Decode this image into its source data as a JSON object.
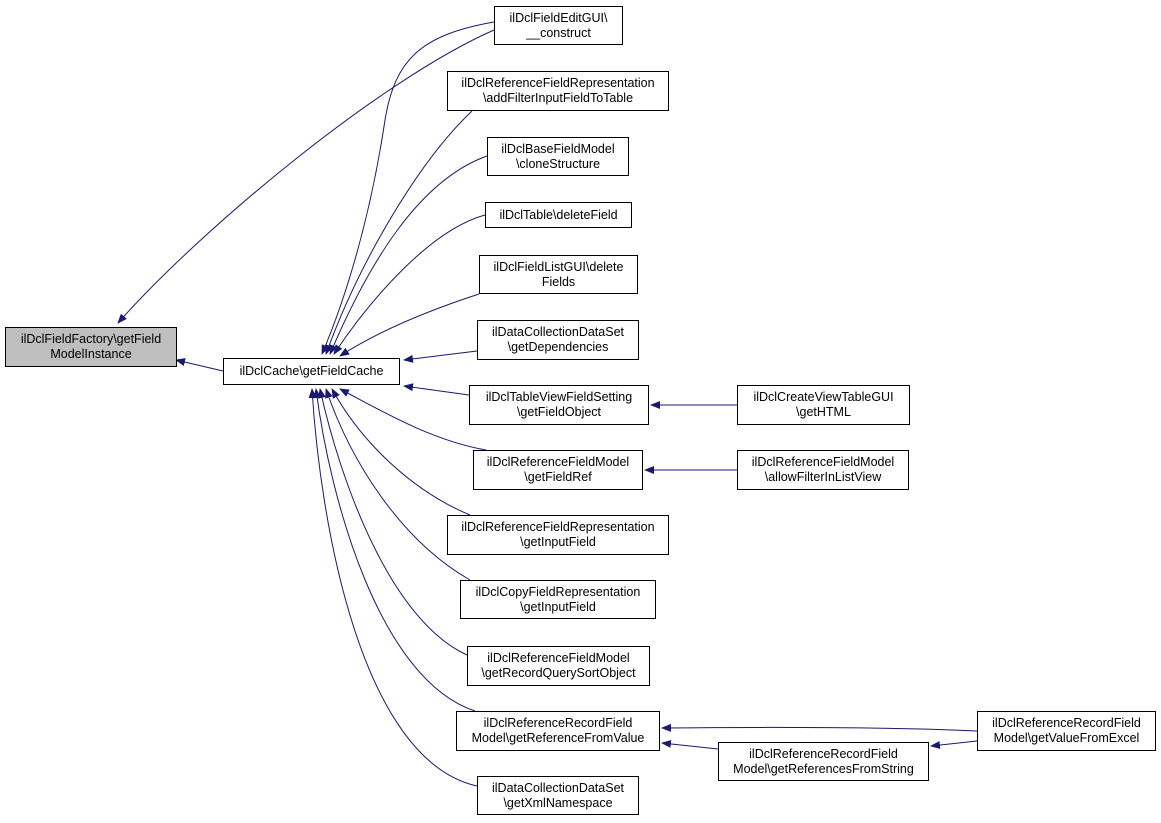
{
  "colors": {
    "edge": "#191970",
    "root_fill": "#bfbfbf",
    "node_fill": "#ffffff",
    "border": "#000000"
  },
  "nodes": [
    {
      "id": "root",
      "lines": [
        "ilDclFieldFactory\\getField",
        "ModelInstance"
      ]
    },
    {
      "id": "cache",
      "lines": [
        "ilDclCache\\getFieldCache"
      ]
    },
    {
      "id": "n1",
      "lines": [
        "ilDclFieldEditGUI\\",
        "__construct"
      ]
    },
    {
      "id": "n2",
      "lines": [
        "ilDclReferenceFieldRepresentation",
        "\\addFilterInputFieldToTable"
      ]
    },
    {
      "id": "n3",
      "lines": [
        "ilDclBaseFieldModel",
        "\\cloneStructure"
      ]
    },
    {
      "id": "n4",
      "lines": [
        "ilDclTable\\deleteField"
      ]
    },
    {
      "id": "n5",
      "lines": [
        "ilDclFieldListGUI\\delete",
        "Fields"
      ]
    },
    {
      "id": "n6",
      "lines": [
        "ilDataCollectionDataSet",
        "\\getDependencies"
      ]
    },
    {
      "id": "n7",
      "lines": [
        "ilDclTableViewFieldSetting",
        "\\getFieldObject"
      ]
    },
    {
      "id": "n8",
      "lines": [
        "ilDclReferenceFieldModel",
        "\\getFieldRef"
      ]
    },
    {
      "id": "n9",
      "lines": [
        "ilDclReferenceFieldRepresentation",
        "\\getInputField"
      ]
    },
    {
      "id": "n10",
      "lines": [
        "ilDclCopyFieldRepresentation",
        "\\getInputField"
      ]
    },
    {
      "id": "n11",
      "lines": [
        "ilDclReferenceFieldModel",
        "\\getRecordQuerySortObject"
      ]
    },
    {
      "id": "n12",
      "lines": [
        "ilDclReferenceRecordField",
        "Model\\getReferenceFromValue"
      ]
    },
    {
      "id": "n13",
      "lines": [
        "ilDataCollectionDataSet",
        "\\getXmlNamespace"
      ]
    },
    {
      "id": "n14",
      "lines": [
        "ilDclCreateViewTableGUI",
        "\\getHTML"
      ]
    },
    {
      "id": "n15",
      "lines": [
        "ilDclReferenceFieldModel",
        "\\allowFilterInListView"
      ]
    },
    {
      "id": "n16",
      "lines": [
        "ilDclReferenceRecordField",
        "Model\\getReferencesFromString"
      ]
    },
    {
      "id": "n17",
      "lines": [
        "ilDclReferenceRecordField",
        "Model\\getValueFromExcel"
      ]
    }
  ],
  "edges": [
    {
      "from": "cache",
      "to": "root"
    },
    {
      "from": "n1",
      "to": "root"
    },
    {
      "from": "n1",
      "to": "cache"
    },
    {
      "from": "n2",
      "to": "cache"
    },
    {
      "from": "n3",
      "to": "cache"
    },
    {
      "from": "n4",
      "to": "cache"
    },
    {
      "from": "n5",
      "to": "cache"
    },
    {
      "from": "n6",
      "to": "cache"
    },
    {
      "from": "n7",
      "to": "cache"
    },
    {
      "from": "n8",
      "to": "cache"
    },
    {
      "from": "n9",
      "to": "cache"
    },
    {
      "from": "n10",
      "to": "cache"
    },
    {
      "from": "n11",
      "to": "cache"
    },
    {
      "from": "n12",
      "to": "cache"
    },
    {
      "from": "n13",
      "to": "cache"
    },
    {
      "from": "n14",
      "to": "n7"
    },
    {
      "from": "n15",
      "to": "n8"
    },
    {
      "from": "n16",
      "to": "n12"
    },
    {
      "from": "n17",
      "to": "n12"
    },
    {
      "from": "n17",
      "to": "n16"
    }
  ]
}
